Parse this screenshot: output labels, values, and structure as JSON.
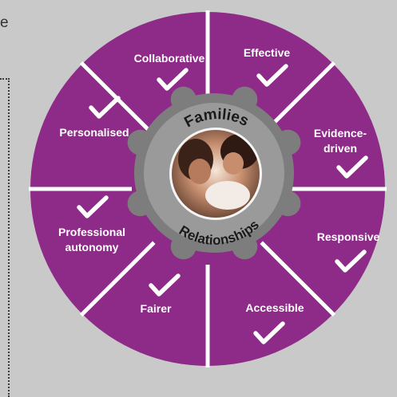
{
  "edge_text": "e",
  "center": {
    "top_label": "Families",
    "bottom_label": "Relationships",
    "photo_alt": "family photo"
  },
  "colors": {
    "background": "#c9c9c9",
    "segment": "#8e2a87",
    "divider": "#ffffff",
    "hub": "#7d7d7d",
    "hub_inner": "#a9a9a9",
    "text": "#ffffff",
    "hub_text": "#1a1a1a"
  },
  "segments": [
    {
      "label_lines": [
        "Collaborative"
      ],
      "checked": true
    },
    {
      "label_lines": [
        "Effective"
      ],
      "checked": true
    },
    {
      "label_lines": [
        "Evidence-",
        "driven"
      ],
      "checked": true
    },
    {
      "label_lines": [
        "Responsive"
      ],
      "checked": true
    },
    {
      "label_lines": [
        "Accessible"
      ],
      "checked": true
    },
    {
      "label_lines": [
        "Fairer"
      ],
      "checked": true
    },
    {
      "label_lines": [
        "Professional",
        "autonomy"
      ],
      "checked": true
    },
    {
      "label_lines": [
        "Personalised"
      ],
      "checked": true
    }
  ]
}
